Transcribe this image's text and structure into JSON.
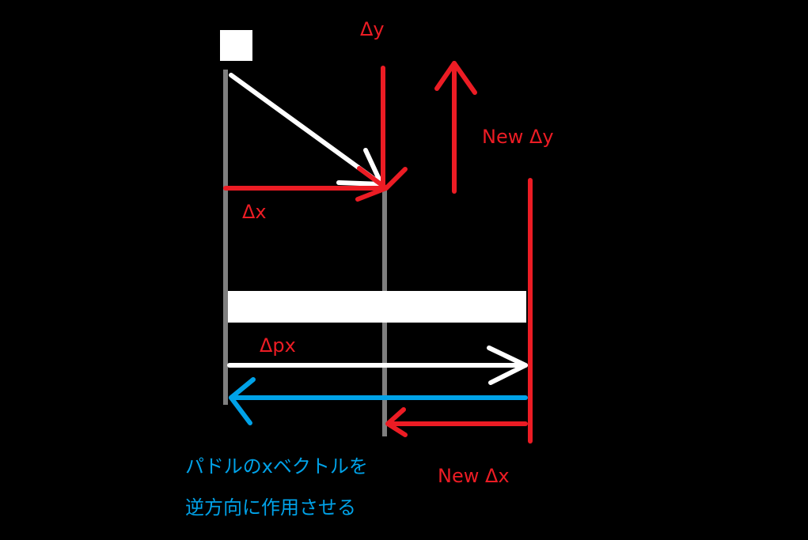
{
  "colors": {
    "background": "#000000",
    "red": "#ec1c24",
    "gray": "#7f7f7f",
    "white": "#ffffff",
    "blue": "#00a2e8"
  },
  "labels": {
    "delta_y": "Δy",
    "delta_x": "Δx",
    "new_delta_y": "New Δy",
    "delta_px": "Δpx",
    "new_delta_x": "New Δx",
    "note_line1": "パドルのxベクトルを",
    "note_line2": "逆方向に作用させる"
  }
}
